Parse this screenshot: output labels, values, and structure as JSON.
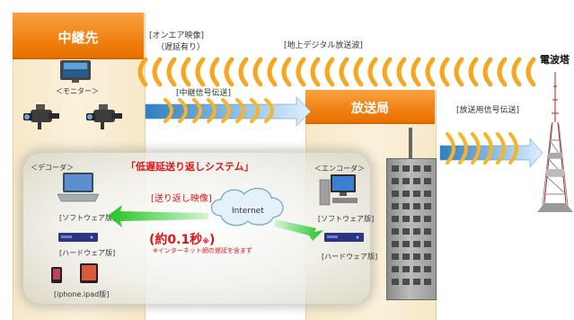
{
  "relay": {
    "title": "中継先",
    "monitor_label": "＜モニター＞",
    "decoder_label": "＜デコーダ＞",
    "software": "[ソフトウェア版]",
    "hardware": "[ハードウェア版]",
    "iphone": "[iphone.ipad版]"
  },
  "on_air": {
    "line1": "[オンエア映像]",
    "line2": "（遅延有り）"
  },
  "terrestrial": "[地上デジタル放送波]",
  "relay_signal": "[中継信号伝送]",
  "tower": "電波塔",
  "station": {
    "title": "放送局",
    "encoder_label": "＜エンコーダ＞",
    "software": "[ソフトウェア版]",
    "hardware": "[ハードウェア版]"
  },
  "broadcast_signal": "[放送用信号伝送]",
  "system_title": "「低遅延送り返しシステム」",
  "return_video": "[送り返し映像]",
  "internet": "Internet",
  "delay_value": "(約0.1秒",
  "delay_note": "※",
  "delay_close": ")",
  "internet_note": "※インターネット網の遅延を含まず",
  "colors": {
    "orange": "#f17f10",
    "wave": "#f5a623",
    "arrow": "#3a8ecf",
    "green": "#33cc33"
  }
}
